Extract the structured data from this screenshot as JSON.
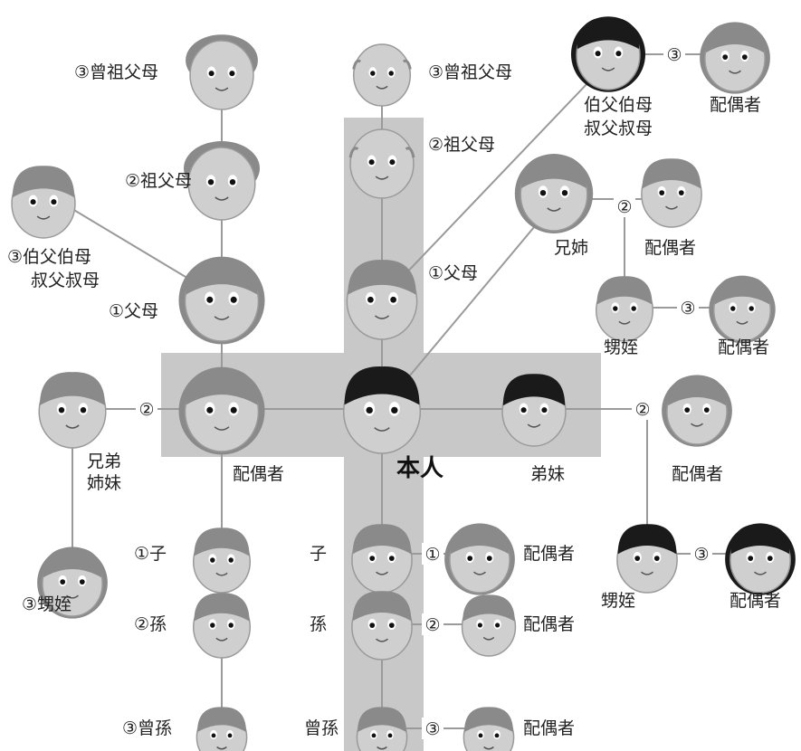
{
  "center": {
    "label": "本人"
  },
  "people": {
    "self": {
      "label": "本人"
    },
    "father_great_grandparents": {
      "label": "③曾祖父母"
    },
    "father_grandparents": {
      "label": "②祖父母"
    },
    "father_parents": {
      "label": "①父母"
    },
    "father_uncles": {
      "label1": "伯父伯母",
      "label2": "叔父叔母"
    },
    "father_uncles_spouse": {
      "label": "配偶者"
    },
    "older_siblings": {
      "label": "兄姉"
    },
    "older_siblings_spouse": {
      "label": "配偶者"
    },
    "older_nephew": {
      "label": "甥姪"
    },
    "older_nephew_spouse": {
      "label": "配偶者"
    },
    "younger_siblings": {
      "label": "弟妹"
    },
    "younger_siblings_spouse": {
      "label": "配偶者"
    },
    "younger_nephew": {
      "label": "甥姪"
    },
    "younger_nephew_spouse": {
      "label": "配偶者"
    },
    "child": {
      "label": "子"
    },
    "child_spouse": {
      "label": "配偶者"
    },
    "grandchild": {
      "label": "孫"
    },
    "grandchild_spouse": {
      "label": "配偶者"
    },
    "great_grandchild": {
      "label": "曾孫"
    },
    "great_grandchild_spouse": {
      "label": "配偶者"
    },
    "spouse": {
      "label": "配偶者"
    },
    "spouse_great_grandparents": {
      "label": "③曾祖父母"
    },
    "spouse_grandparents": {
      "label": "②祖父母"
    },
    "spouse_parents": {
      "label": "①父母"
    },
    "spouse_uncles": {
      "label1": "③伯父伯母",
      "label2": "叔父叔母"
    },
    "spouse_siblings": {
      "label1": "兄弟",
      "label2": "姉妹"
    },
    "spouse_nephew": {
      "label": "③甥姪"
    },
    "spouse_child": {
      "label": "①子"
    },
    "spouse_grandchild": {
      "label": "②孫"
    },
    "spouse_great_grandchild": {
      "label": "③曾孫"
    }
  },
  "degree_markers": {
    "uncle_spouse": "③",
    "older_sib_spouse": "②",
    "older_nephew_spouse": "③",
    "spouse_sib": "②",
    "younger_sib_spouse": "②",
    "younger_nephew_spouse": "③",
    "child_spouse": "①",
    "grandchild_spouse": "②",
    "great_grandchild_spouse": "③"
  },
  "colors": {
    "cross": "#c8c8c8",
    "face": "#cfcfcf",
    "face_outline": "#9a9a9a",
    "hair": "#8a8a8a",
    "dark_hair": "#1a1a1a",
    "line": "#9a9a9a"
  }
}
